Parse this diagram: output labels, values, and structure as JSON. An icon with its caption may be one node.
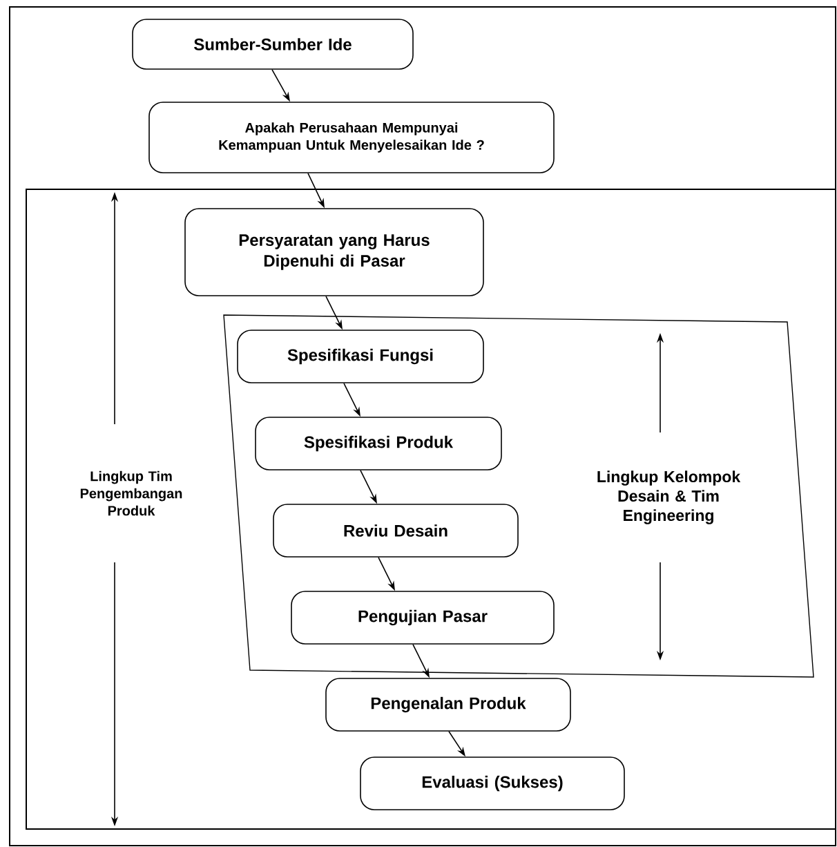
{
  "diagram": {
    "nodes": [
      {
        "text": [
          "Sumber-Sumber Ide"
        ]
      },
      {
        "text": [
          "Apakah Perusahaan Mempunyai Kemampuan Untuk Menyelesaikan Ide ?"
        ]
      },
      {
        "text": [
          "Lingkup Tim Pengembangan Produk"
        ]
      },
      {
        "text": [
          "Persyaratan yang Harus Dipenuhi di Pasar"
        ],
        "in": 2
      },
      {
        "text": [
          "Lingkup Kelompok Desain & Tim Engineering"
        ],
        "in": 2
      },
      {
        "text": [
          "Spesifikasi Fungsi"
        ],
        "in": 4
      },
      {
        "text": [
          "Spesifikasi Produk"
        ],
        "in": 4
      },
      {
        "text": [
          "Reviu Desain"
        ],
        "in": 4
      },
      {
        "text": [
          "Pengujian Pasar"
        ],
        "in": 4
      },
      {
        "text": [
          "Pengenalan Produk"
        ],
        "in": 2
      },
      {
        "text": [
          "Evaluasi (Sukses)"
        ],
        "in": 2
      }
    ],
    "edges": [
      {
        "from": 0,
        "to": 1,
        "arrow": "to"
      },
      {
        "from": 1,
        "to": 3,
        "arrow": "to"
      },
      {
        "from": 3,
        "to": 5,
        "arrow": "to"
      },
      {
        "from": 5,
        "to": 6,
        "arrow": "to"
      },
      {
        "from": 6,
        "to": 7,
        "arrow": "to"
      },
      {
        "from": 7,
        "to": 8,
        "arrow": "to"
      },
      {
        "from": 8,
        "to": 9,
        "arrow": "to"
      },
      {
        "from": 9,
        "to": 10,
        "arrow": "to"
      }
    ]
  }
}
